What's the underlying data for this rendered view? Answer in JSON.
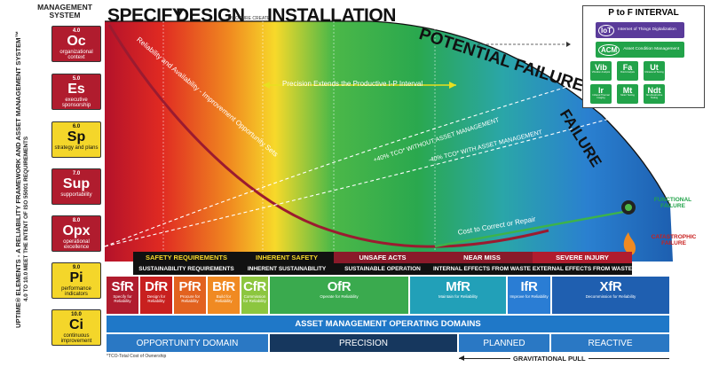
{
  "header": {
    "mgmt_title": "MANAGEMENT SYSTEM",
    "vertical_title": "UPTIME® ELEMENTS - A RELIABILITY FRAMEWORK AND ASSET MANAGEMENT SYSTEM™",
    "vertical_subtitle": "4.0 TO 10.0 MEET THE INTENT OF ISO 55001 REQUIREMENTS"
  },
  "elements": [
    {
      "num": "4.0",
      "sym": "Oc",
      "name": "organizational context",
      "color": "#b01c2e"
    },
    {
      "num": "5.0",
      "sym": "Es",
      "name": "executive sponsorship",
      "color": "#b01c2e"
    },
    {
      "num": "6.0",
      "sym": "Sp",
      "name": "strategy and plans",
      "color": "#f4d62a"
    },
    {
      "num": "7.0",
      "sym": "Sup",
      "name": "supportability",
      "color": "#b01c2e"
    },
    {
      "num": "8.0",
      "sym": "Opx",
      "name": "operational excellence",
      "color": "#b01c2e"
    },
    {
      "num": "9.0",
      "sym": "Pi",
      "name": "performance indicators",
      "color": "#f4d62a"
    },
    {
      "num": "10.0",
      "sym": "Ci",
      "name": "continuous improvement",
      "color": "#f4d62a"
    }
  ],
  "curve": {
    "specify": "SPECIFY",
    "design": "DESIGN",
    "procure_create": "PROCURE CREATE",
    "installation": "INSTALLATION",
    "potential_failure": "POTENTIAL FAILURE",
    "failure": "FAILURE",
    "precision_arrow": "Precision Extends the Productive I-P Interval",
    "reliability_sets": "Reliability and Availability - Improvement Opportunity Sets",
    "tco_without": "+40% TCO* WITHOUT ASSET MANAGEMENT",
    "tco_with": "-40% TCO* WITH ASSET MANAGEMENT",
    "cost_to_correct": "Cost to Correct or Repair",
    "functional_failure": "FUNCTIONAL FAILURE",
    "catastrophic_failure": "CATASTROPHIC FAILURE"
  },
  "pf_interval": {
    "title": "P to F INTERVAL",
    "iot": {
      "sym": "IoT",
      "label": "Internet of Things Digitalization"
    },
    "acm": {
      "sym": "ACM",
      "label": "Asset Condition Management"
    },
    "cells": [
      {
        "sym": "Vib",
        "label": "Vibration Analysis"
      },
      {
        "sym": "Fa",
        "label": "Fluid Analysis"
      },
      {
        "sym": "Ut",
        "label": "Ultrasound Testing"
      },
      {
        "sym": "Ir",
        "label": "Infrared Thermal Imaging"
      },
      {
        "sym": "Mt",
        "label": "Motor Testing"
      },
      {
        "sym": "Ndt",
        "label": "Non-Destructive Testing"
      }
    ]
  },
  "bands_top": [
    "SAFETY REQUIREMENTS",
    "INHERENT SAFETY",
    "UNSAFE ACTS",
    "NEAR MISS",
    "SEVERE INJURY"
  ],
  "bands_bottom": [
    "SUSTAINABILITY REQUIREMENTS",
    "INHERENT SUSTAINABILITY",
    "SUSTAINABLE OPERATION",
    "INTERNAL EFFECTS FROM WASTE",
    "EXTERNAL EFFECTS FROM WASTE"
  ],
  "boxes": [
    {
      "sym": "SfR",
      "label": "Specify for Reliability",
      "color": "#b01c2e"
    },
    {
      "sym": "DfR",
      "label": "Design for Reliability",
      "color": "#c8201f"
    },
    {
      "sym": "PfR",
      "label": "Procure for Reliability",
      "color": "#e2621f"
    },
    {
      "sym": "BfR",
      "label": "Build for Reliability",
      "color": "#f08a22"
    },
    {
      "sym": "CfR",
      "label": "Commission for Reliability",
      "color": "#8cc63f"
    },
    {
      "sym": "OfR",
      "label": "Operate for Reliability",
      "color": "#3aaa4e"
    },
    {
      "sym": "MfR",
      "label": "Maintain for Reliability",
      "color": "#22a0b8"
    },
    {
      "sym": "IfR",
      "label": "Improve for Reliability",
      "color": "#2a7dd4"
    },
    {
      "sym": "XfR",
      "label": "Decommission for Reliability",
      "color": "#1f5fb0"
    }
  ],
  "domains": {
    "title": "ASSET MANAGEMENT OPERATING DOMAINS",
    "opportunity": "OPPORTUNITY DOMAIN",
    "precision": "PRECISION",
    "planned": "PLANNED",
    "reactive": "REACTIVE",
    "footnote": "*TCO-Total Cost of Ownership",
    "gravitational": "GRAVITATIONAL PULL"
  }
}
